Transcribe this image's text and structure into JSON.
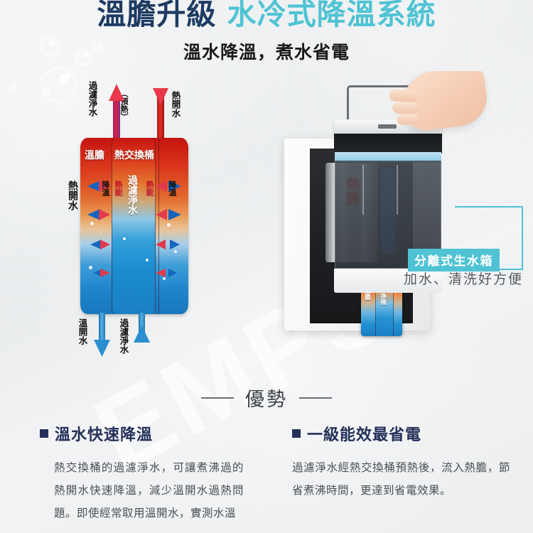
{
  "header": {
    "title_part1": "溫膽升級",
    "title_part2": "水冷式降溫系統",
    "subtitle": "溫水降溫，煮水省電"
  },
  "watermark": "EMPS",
  "diagram": {
    "top_left_label": "過濾淨水",
    "preheat_label": "（預熱）",
    "top_right_label": "熱開水",
    "tank_left_label": "溫膽",
    "tank_mid_label": "熱交換桶",
    "mid_left_label": "熱開水",
    "mid_left_sub": "降溫",
    "mid_heat_left": "熱能",
    "mid_center_label": "過濾淨水",
    "mid_heat_right": "熱能",
    "mid_right_sub": "降溫",
    "bottom_left_label": "溫開水",
    "bottom_right_label": "過濾淨水"
  },
  "photo": {
    "hot_tank_label": "熱膽",
    "mini_left_label": "溫膽",
    "mini_mid_label": "熱交換桶",
    "badge": "分離式生水箱",
    "badge_sub": "加水、清洗好方便"
  },
  "advantages": {
    "section_title": "優勢",
    "items": [
      {
        "heading": "溫水快速降溫",
        "body": "熱交換桶的過濾淨水，可讓煮沸過的熱開水快速降溫，減少溫開水過熱問題。即使經常取用溫開水，實測水溫"
      },
      {
        "heading": "一級能效最省電",
        "body": "過濾淨水經熱交換桶預熱後，流入熱膽，節省煮沸時間，更達到省電效果。"
      }
    ]
  },
  "colors": {
    "navy": "#1d3b63",
    "teal": "#4fc3d4",
    "heading_navy": "#24305a",
    "hot_red": "#e01c12",
    "cool_blue": "#1f85cb"
  }
}
